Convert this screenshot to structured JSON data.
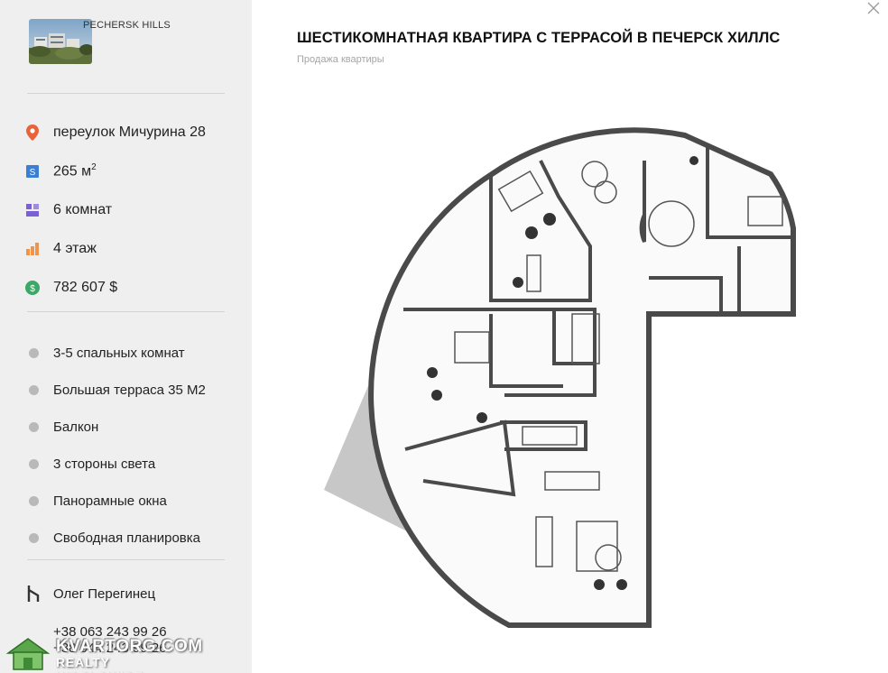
{
  "sidebar": {
    "complex_name": "PECHERSK HILLS",
    "facts": [
      {
        "icon": "location-pin-icon",
        "text": "переулок Мичурина 28",
        "color": "#e8623a"
      },
      {
        "icon": "area-icon",
        "text": "265 м",
        "sup": "2",
        "color": "#3a7fd6"
      },
      {
        "icon": "rooms-icon",
        "text": "6 комнат",
        "color": "#7b5fd6"
      },
      {
        "icon": "floor-icon",
        "text": "4 этаж",
        "color": "#f0944c"
      },
      {
        "icon": "price-icon",
        "text": "782 607 $",
        "color": "#3aa867"
      }
    ],
    "features": [
      "3-5 спальных комнат",
      "Большая терраса 35 М2",
      "Балкон",
      "3 стороны света",
      "Панорамные окна",
      "Свободная планировка"
    ],
    "agent": {
      "name": "Олег Перегинец",
      "phones": [
        "+38 063 243 99 26",
        "+38 044 243 99 26"
      ]
    }
  },
  "main": {
    "title": "ШЕСТИКОМНАТНАЯ КВАРТИРА С ТЕРРАСОЙ В ПЕЧЕРСК ХИЛЛС",
    "subtitle": "Продажа квартиры",
    "close_icon": "close-icon"
  },
  "watermark": {
    "line1": "KVARTORG.COM",
    "line2": "REALTY WORLDWIDE"
  }
}
